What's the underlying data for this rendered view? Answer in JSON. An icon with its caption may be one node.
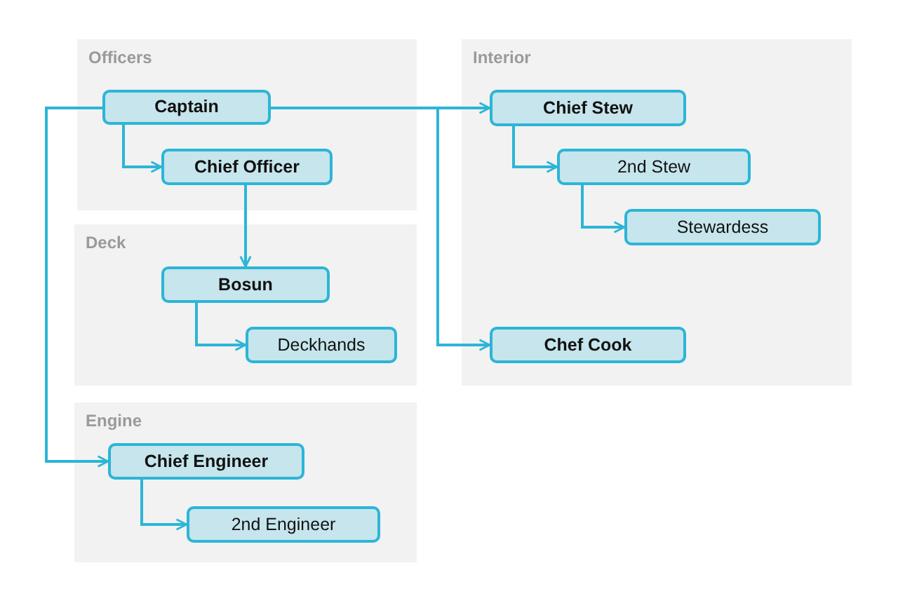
{
  "diagram": {
    "nodes": [
      {
        "text": [
          "Officers"
        ]
      },
      {
        "text": [
          "Captain"
        ],
        "in": 0
      },
      {
        "text": [
          "Chief Officer"
        ],
        "in": 0
      },
      {
        "text": [
          "Deck"
        ]
      },
      {
        "text": [
          "Bosun"
        ],
        "in": 3
      },
      {
        "text": [
          "Deckhands"
        ],
        "in": 3
      },
      {
        "text": [
          "Engine"
        ]
      },
      {
        "text": [
          "Chief Engineer"
        ],
        "in": 6
      },
      {
        "text": [
          "2nd Engineer"
        ],
        "in": 6
      },
      {
        "text": [
          "Interior"
        ]
      },
      {
        "text": [
          "Chief Stew"
        ],
        "in": 9
      },
      {
        "text": [
          "2nd Stew"
        ],
        "in": 9
      },
      {
        "text": [
          "Stewardess"
        ],
        "in": 9
      },
      {
        "text": [
          "Chef Cook"
        ],
        "in": 9
      }
    ],
    "edges": [
      {
        "from": 1,
        "to": 2,
        "arrow": "to"
      },
      {
        "from": 1,
        "to": 10,
        "arrow": "to"
      },
      {
        "from": 1,
        "to": 13,
        "arrow": "to"
      },
      {
        "from": 1,
        "to": 7,
        "arrow": "to"
      },
      {
        "from": 2,
        "to": 4,
        "arrow": "to"
      },
      {
        "from": 4,
        "to": 5,
        "arrow": "to"
      },
      {
        "from": 7,
        "to": 8,
        "arrow": "to"
      },
      {
        "from": 10,
        "to": 11,
        "arrow": "to"
      },
      {
        "from": 11,
        "to": 12,
        "arrow": "to"
      }
    ]
  }
}
